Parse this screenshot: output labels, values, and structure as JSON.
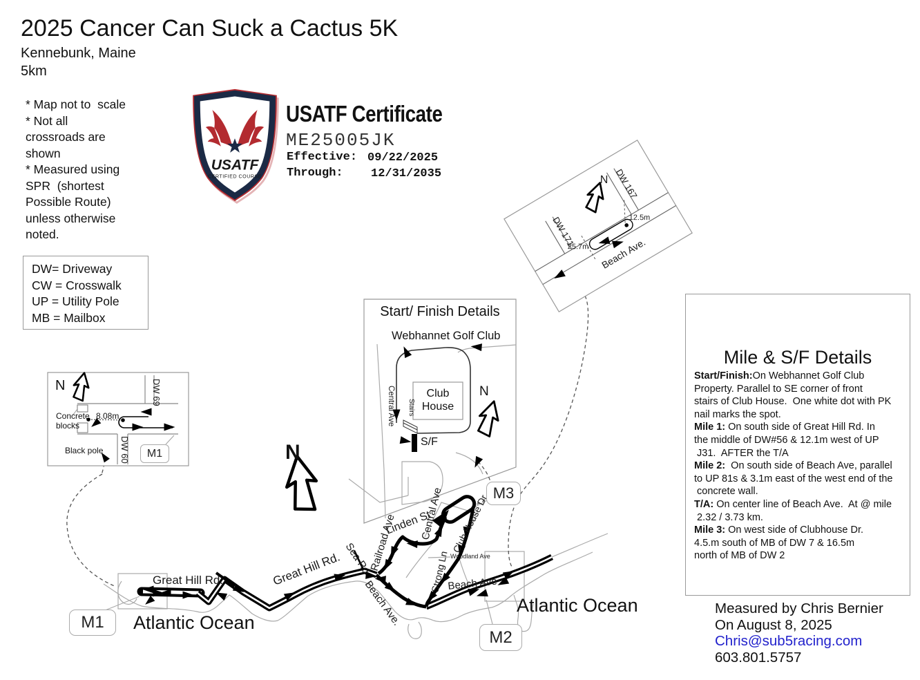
{
  "page": {
    "title": "2025 Cancer Can Suck a Cactus 5K",
    "subtitle": "Kennebunk, Maine",
    "distance": "5km"
  },
  "notes": "* Map not to  scale\n* Not all\ncrossroads are\nshown\n* Measured using\nSPR  (shortest\nPossible Route)\nunless otherwise\nnoted.",
  "legend": "DW= Driveway\nCW = Crosswalk\nUP = Utility Pole\nMB = Mailbox",
  "certificate": {
    "heading": "USATF Certificate",
    "number": "ME25005JK",
    "effective_label": "Effective:",
    "effective_date": "09/22/2025",
    "through_label": "Through:",
    "through_date": "12/31/2035",
    "shield_text": "USATF",
    "shield_subtext": "CERTIFIED COURSE"
  },
  "sf_box": {
    "title": "Start/ Finish Details",
    "club": "Webhannet Golf Club",
    "club_house": "Club\nHouse",
    "central_ave": "Central Ave",
    "stairs": "Stairs",
    "sf": "S/F",
    "north": "N"
  },
  "inset_m1": {
    "north": "N",
    "dw69": "DW 69",
    "dw60": "DW 60",
    "concrete": "Concrete\nblocks",
    "distance": "8.08m",
    "black_pole": "Black pole",
    "marker": "M1"
  },
  "inset_ta": {
    "north": "N",
    "dw167": "DW 167",
    "dw171": "DW 171",
    "d1": "25.7m",
    "d2": "12.5m",
    "beach": "Beach Ave."
  },
  "mile_details": {
    "title": "Mile & S/F Details",
    "entries": [
      {
        "label": "Start/Finish:",
        "text": "On Webhannet Golf Club\nProperty. Parallel to SE corner of front\nstairs of Club House.  One white dot with PK\nnail marks the spot."
      },
      {
        "label": "Mile 1:",
        "text": " On south side of Great Hill Rd. In\nthe middle of DW#56 & 12.1m west of UP\n J31.  AFTER the T/A"
      },
      {
        "label": "Mile 2:",
        "text": "  On south side of Beach Ave, parallel\nto UP 81s & 3.1m east of the west end of the\n concrete wall."
      },
      {
        "label": "T/A:",
        "text": " On center line of Beach Ave.  At @ mile\n 2.32 / 3.73 km."
      },
      {
        "label": "Mile 3:",
        "text": " On west side of Clubhouse Dr.\n4.5.m south of MB of DW 7 & 16.5m\nnorth of MB of DW 2"
      }
    ]
  },
  "map": {
    "streets": {
      "great_hill_1": "Great Hill Rd.",
      "great_hill_2": "Great Hill Rd.",
      "sea_rd": "Sea Rd",
      "railroad": "Railroad Ave",
      "linden": "Linden St",
      "central": "Central Ave",
      "club_house_dr": "Club House Dr",
      "woodland": "Woodland Ave",
      "strong": "Strong Ln",
      "beach_diag": "Beach Ave.",
      "beach_right": "Beach Ave"
    },
    "ocean_left": "Atlantic Ocean",
    "ocean_right": "Atlantic Ocean",
    "north": "N",
    "markers": {
      "m1": "M1",
      "m2": "M2",
      "m3": "M3"
    }
  },
  "credits": {
    "measured_by": "Measured by Chris Bernier",
    "date": "On August 8, 2025",
    "email": "Chris@sub5racing.com",
    "phone": "603.801.5757"
  }
}
